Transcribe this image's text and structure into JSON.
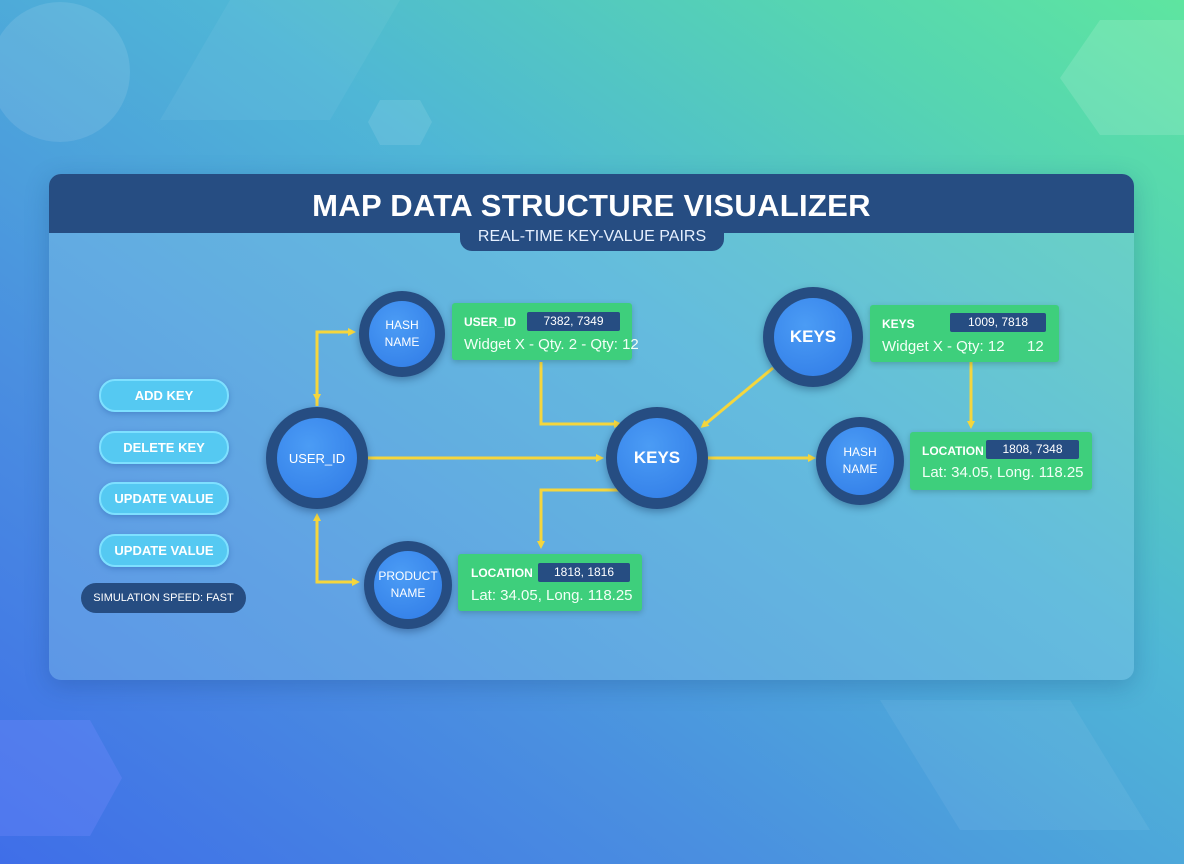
{
  "header": {
    "title": "MAP DATA STRUCTURE VISUALIZER",
    "subtitle": "REAL-TIME KEY-VALUE PAIRS"
  },
  "controls": {
    "add_key": "ADD KEY",
    "delete_key": "DELETE KEY",
    "update_value_1": "UPDATE VALUE",
    "update_value_2": "UPDATE VALUE",
    "speed": "SIMULATION SPEED: FAST"
  },
  "nodes": {
    "hash_top": [
      "HASH",
      "NAME"
    ],
    "user_id": "USER_ID",
    "product": [
      "PRODUCT",
      "NAME"
    ],
    "keys_center": "KEYS",
    "keys_top": "KEYS",
    "hash_right": [
      "HASH",
      "NAME"
    ]
  },
  "cards": {
    "top_left": {
      "key": "USER_ID",
      "value": "7382, 7349",
      "detail": "Widget X - Qty. 2 - Qty: 12"
    },
    "bottom_left": {
      "key": "LOCATION",
      "value": "1818, 1816",
      "detail": "Lat: 34.05, Long. 118.25"
    },
    "top_right": {
      "key": "KEYS",
      "value": "1009, 7818",
      "detail": "Widget X - Qty: 12",
      "detail_extra": "12"
    },
    "right": {
      "key": "LOCATION",
      "value": "1808, 7348",
      "detail": "Lat: 34.05, Long. 118.25"
    }
  },
  "colors": {
    "navy": "#264d82",
    "node_blue": "#2f7ae6",
    "card_green": "#3ecf7c",
    "arrow_yellow": "#f5d63d",
    "button_cyan": "#55c9f2"
  }
}
